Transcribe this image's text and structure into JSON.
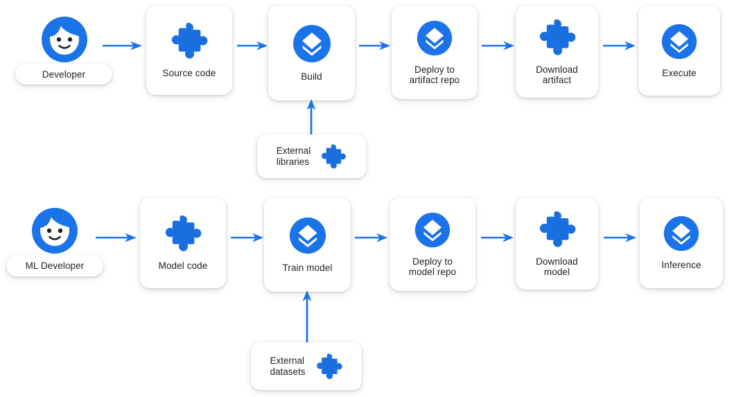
{
  "theme": {
    "accent_blue": "#1a73e8",
    "card_bg": "#ffffff",
    "page_bg": "#ffffff",
    "text_color": "#202124"
  },
  "diagram": {
    "type": "flow-diagram",
    "lanes": [
      {
        "id": "software-lane",
        "actor": {
          "name": "developer",
          "label": "Developer",
          "icon": "person-avatar-icon"
        },
        "steps": [
          {
            "id": "source-code",
            "label": "Source code",
            "icon": "puzzle-piece-icon"
          },
          {
            "id": "build",
            "label": "Build",
            "icon": "layers-deploy-icon"
          },
          {
            "id": "deploy-artifact-repo",
            "label": "Deploy to\nartifact repo",
            "icon": "layers-deploy-icon"
          },
          {
            "id": "download-artifact",
            "label": "Download\nartifact",
            "icon": "puzzle-piece-icon"
          },
          {
            "id": "execute",
            "label": "Execute",
            "icon": "layers-deploy-icon"
          }
        ],
        "external_input": {
          "id": "external-libraries",
          "label": "External\nlibraries",
          "icon": "puzzle-piece-icon",
          "feeds_into": "build"
        }
      },
      {
        "id": "ml-lane",
        "actor": {
          "name": "ml-developer",
          "label": "ML Developer",
          "icon": "person-avatar-icon"
        },
        "steps": [
          {
            "id": "model-code",
            "label": "Model code",
            "icon": "puzzle-piece-icon"
          },
          {
            "id": "train-model",
            "label": "Train model",
            "icon": "layers-deploy-icon"
          },
          {
            "id": "deploy-model-repo",
            "label": "Deploy to\nmodel repo",
            "icon": "layers-deploy-icon"
          },
          {
            "id": "download-model",
            "label": "Download\nmodel",
            "icon": "puzzle-piece-icon"
          },
          {
            "id": "inference",
            "label": "Inference",
            "icon": "layers-deploy-icon"
          }
        ],
        "external_input": {
          "id": "external-datasets",
          "label": "External\ndatasets",
          "icon": "puzzle-piece-icon",
          "feeds_into": "train-model"
        }
      }
    ]
  }
}
